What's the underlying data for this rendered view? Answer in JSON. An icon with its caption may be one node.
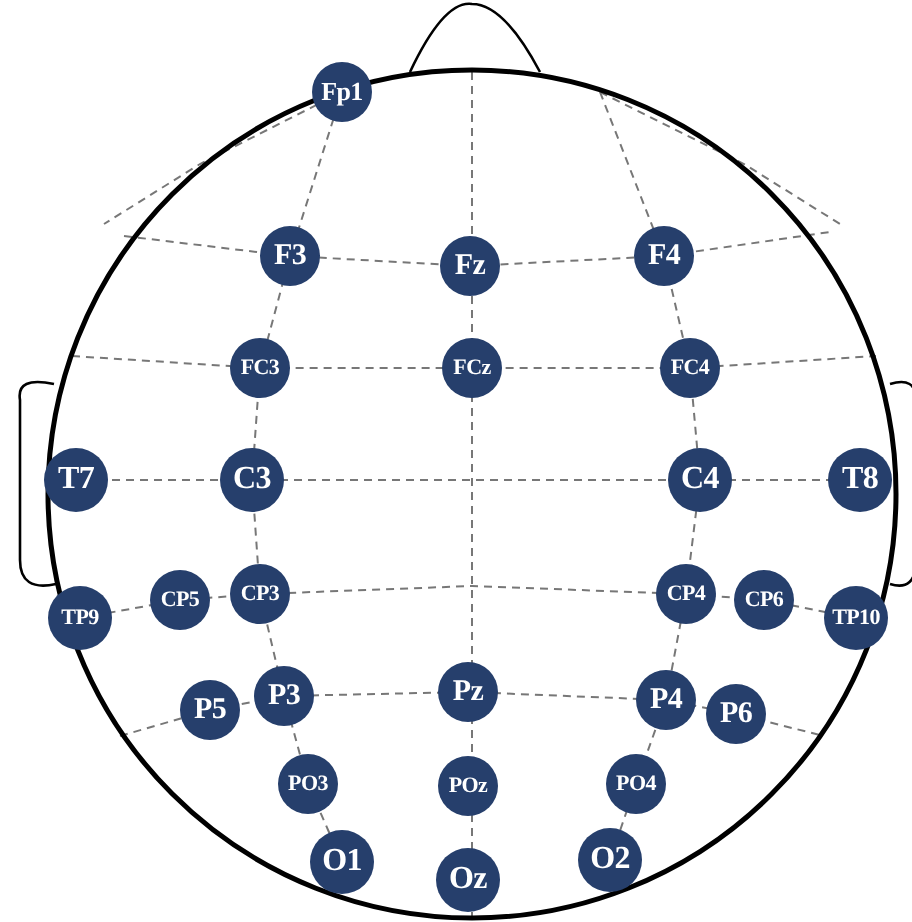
{
  "diagram": {
    "nodes": [
      {
        "text": [
          "Fp1"
        ]
      },
      {
        "text": [
          "F3"
        ]
      },
      {
        "text": [
          "Fz"
        ]
      },
      {
        "text": [
          "F4"
        ]
      },
      {
        "text": [
          "FC3"
        ]
      },
      {
        "text": [
          "FCz"
        ]
      },
      {
        "text": [
          "FC4"
        ]
      },
      {
        "text": [
          "T7"
        ]
      },
      {
        "text": [
          "C3"
        ]
      },
      {
        "text": [
          "C4"
        ]
      },
      {
        "text": [
          "T8"
        ]
      },
      {
        "text": [
          "TP9"
        ]
      },
      {
        "text": [
          "CP5"
        ]
      },
      {
        "text": [
          "CP3"
        ]
      },
      {
        "text": [
          "CP4"
        ]
      },
      {
        "text": [
          "CP6"
        ]
      },
      {
        "text": [
          "TP10"
        ]
      },
      {
        "text": [
          "P5"
        ]
      },
      {
        "text": [
          "P3"
        ]
      },
      {
        "text": [
          "Pz"
        ]
      },
      {
        "text": [
          "P4"
        ]
      },
      {
        "text": [
          "P6"
        ]
      },
      {
        "text": [
          "PO3"
        ]
      },
      {
        "text": [
          "POz"
        ]
      },
      {
        "text": [
          "PO4"
        ]
      },
      {
        "text": [
          "O1"
        ]
      },
      {
        "text": [
          "Oz"
        ]
      },
      {
        "text": [
          "O2"
        ]
      }
    ]
  }
}
